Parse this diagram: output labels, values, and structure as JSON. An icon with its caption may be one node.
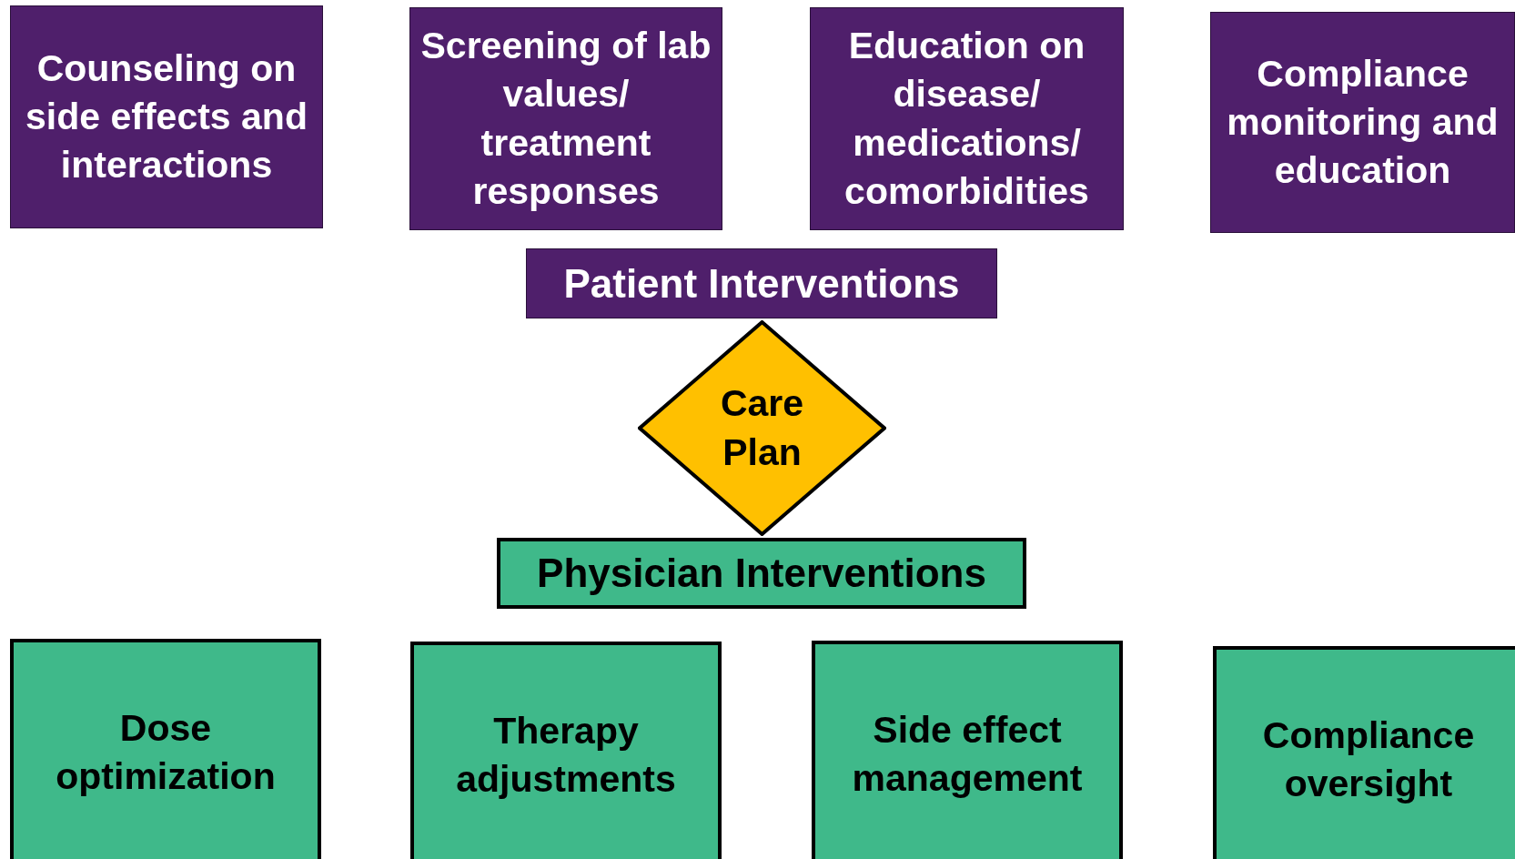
{
  "diagram": {
    "nodes": [
      {
        "text": [
          "Counseling on side effects and interactions"
        ]
      },
      {
        "text": [
          "Screening of lab values/ treatment responses"
        ]
      },
      {
        "text": [
          "Education on disease/ medications/ comorbidities"
        ]
      },
      {
        "text": [
          "Compliance monitoring and education"
        ]
      },
      {
        "text": [
          "Patient Interventions"
        ]
      },
      {
        "text": [
          "Care Plan"
        ]
      },
      {
        "text": [
          "Physician Interventions"
        ]
      },
      {
        "text": [
          "Dose optimization"
        ]
      },
      {
        "text": [
          "Therapy adjustments"
        ]
      },
      {
        "text": [
          "Side effect management"
        ]
      },
      {
        "text": [
          "Compliance oversight"
        ]
      }
    ]
  }
}
